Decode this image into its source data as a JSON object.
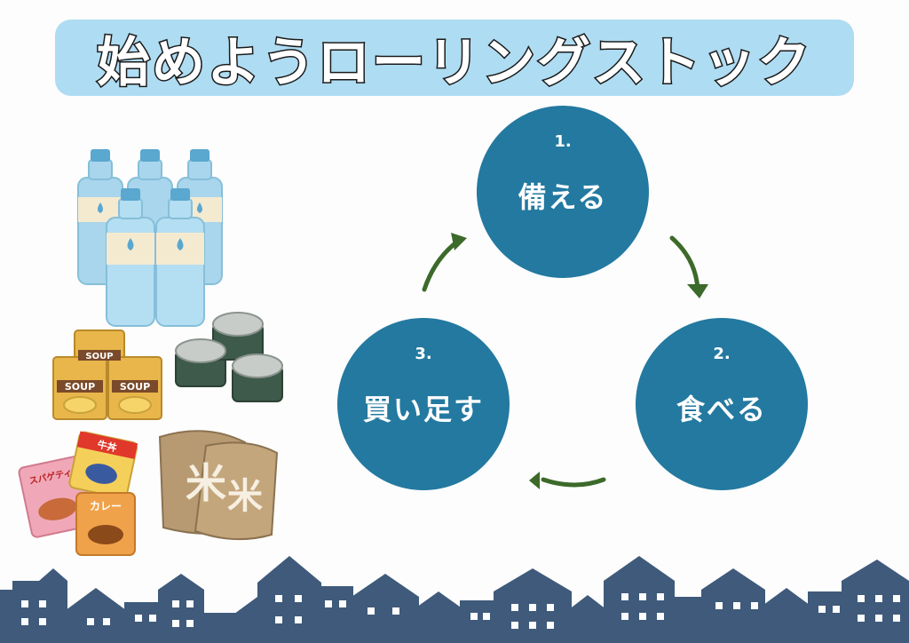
{
  "title": "始めようローリングストック",
  "cycle": [
    {
      "number": "1.",
      "label": "備える"
    },
    {
      "number": "2.",
      "label": "食べる"
    },
    {
      "number": "3.",
      "label": "買い足す"
    }
  ],
  "illustrations": {
    "cup_soup_label": "SOUP",
    "rice_bag_glyph": "米",
    "pouch_labels": [
      "スパゲティ",
      "牛丼",
      "カレー"
    ]
  },
  "colors": {
    "title_banner": "#aedcf2",
    "circle": "#2379a0",
    "arrow": "#3c6a2a",
    "skyline": "#3f5a7a"
  }
}
